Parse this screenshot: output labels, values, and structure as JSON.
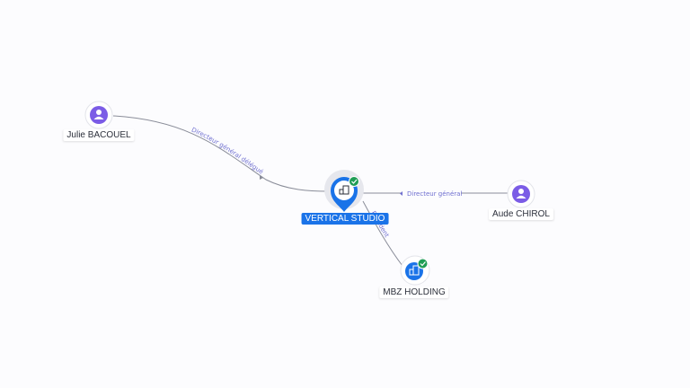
{
  "colors": {
    "person": "#7b5ce6",
    "company": "#1a73e8",
    "verified": "#1f9d55",
    "edge": "#8a8d99",
    "edge_label": "#6f6fd0"
  },
  "nodes": {
    "vertical_studio": {
      "label": "VERTICAL STUDIO",
      "type": "company",
      "icon": "building-icon",
      "verified": true,
      "selected": true
    },
    "julie_bacouel": {
      "label": "Julie BACOUEL",
      "type": "person",
      "icon": "person-icon"
    },
    "aude_chirol": {
      "label": "Aude CHIROL",
      "type": "person",
      "icon": "person-icon"
    },
    "mbz_holding": {
      "label": "MBZ HOLDING",
      "type": "company",
      "icon": "building-icon",
      "verified": true
    }
  },
  "edges": {
    "julie_to_vs": {
      "label": "Directeur général délégué"
    },
    "aude_to_vs": {
      "label": "Directeur général"
    },
    "mbz_to_vs": {
      "label": "Président"
    }
  }
}
